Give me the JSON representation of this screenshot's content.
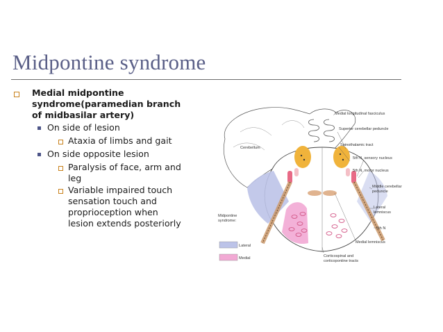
{
  "slide": {
    "title": "Midpontine syndrome",
    "bullets": {
      "medial_line1": "Medial midpontine",
      "medial_line2": "syndrome(paramedian branch",
      "medial_line3": "of midbasilar artery)",
      "same_side": "On side of lesion",
      "ataxia": "Ataxia of limbs and gait",
      "opposite_side": "On side opposite lesion",
      "paralysis_line1": "Paralysis of face, arm and",
      "paralysis_line2": "leg",
      "variable_line1": "Variable impaired touch",
      "variable_line2": "sensation touch and",
      "variable_line3": "proprioception when",
      "variable_line4": "lesion extends posteriorly"
    }
  },
  "figure": {
    "labels": {
      "mlf": "Medial longitudinal fasciculus",
      "scp": "Superior cerebellar peduncle",
      "cerebellum": "Cerebellum",
      "spinothalamic": "Spinothalamic tract",
      "sensory_nucleus": "5th N. sensory nucleus",
      "motor_nucleus": "5th N. motor nucleus",
      "mcp_line1": "Middle cerebellar",
      "mcp_line2": "peduncle",
      "lateral_lemniscus_line1": "Lateral",
      "lateral_lemniscus_line2": "lemniscus",
      "fifth_n": "5th N",
      "medial_lemniscus": "Medial lemniscus",
      "corticospinal_line1": "Corticospinal and",
      "corticospinal_line2": "corticopontine tracts",
      "legend_title_line1": "Midpontine",
      "legend_title_line2": "syndrome:",
      "legend_lateral": "Lateral",
      "legend_medial": "Medial"
    },
    "colors": {
      "lateral": "#bcc3e8",
      "medial": "#f2a9d4",
      "nucleus": "#f0b33b",
      "tract": "#f4bfc6"
    }
  },
  "theme": {
    "title_color": "#5a5f87",
    "bullet_hollow": "#c8801a",
    "bullet_solid": "#4d5588"
  }
}
